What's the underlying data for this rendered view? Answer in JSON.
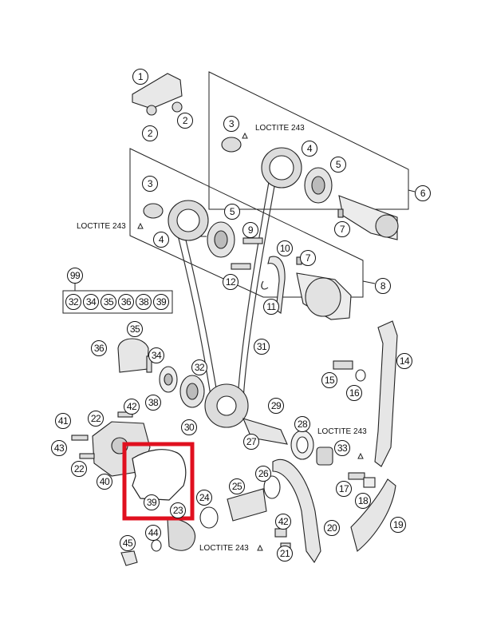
{
  "callouts": {
    "c1": "1",
    "c2a": "2",
    "c2b": "2",
    "c3a": "3",
    "c3b": "3",
    "c4a": "4",
    "c4b": "4",
    "c5a": "5",
    "c5b": "5",
    "c6": "6",
    "c7a": "7",
    "c7b": "7",
    "c8": "8",
    "c9": "9",
    "c10": "10",
    "c11": "11",
    "c12": "12",
    "c14": "14",
    "c15": "15",
    "c16": "16",
    "c17": "17",
    "c18": "18",
    "c19": "19",
    "c20": "20",
    "c21": "21",
    "c22a": "22",
    "c22b": "22",
    "c23": "23",
    "c24": "24",
    "c25": "25",
    "c26": "26",
    "c27": "27",
    "c28": "28",
    "c29": "29",
    "c30": "30",
    "c31": "31",
    "c32": "32",
    "c33": "33",
    "c34": "34",
    "c35": "35",
    "c36": "36",
    "c38": "38",
    "c39": "39",
    "c40": "40",
    "c41": "41",
    "c42a": "42",
    "c42b": "42",
    "c43": "43",
    "c44": "44",
    "c45": "45",
    "c99": "99"
  },
  "kit_99_items": [
    "32",
    "34",
    "35",
    "36",
    "38",
    "39"
  ],
  "loctite_labels": {
    "l1": "LOCTITE 243",
    "l2": "LOCTITE 243",
    "l3": "LOCTITE 243",
    "l4": "LOCTITE 243"
  },
  "highlight": {
    "color": "#e0101f",
    "target": "39"
  }
}
